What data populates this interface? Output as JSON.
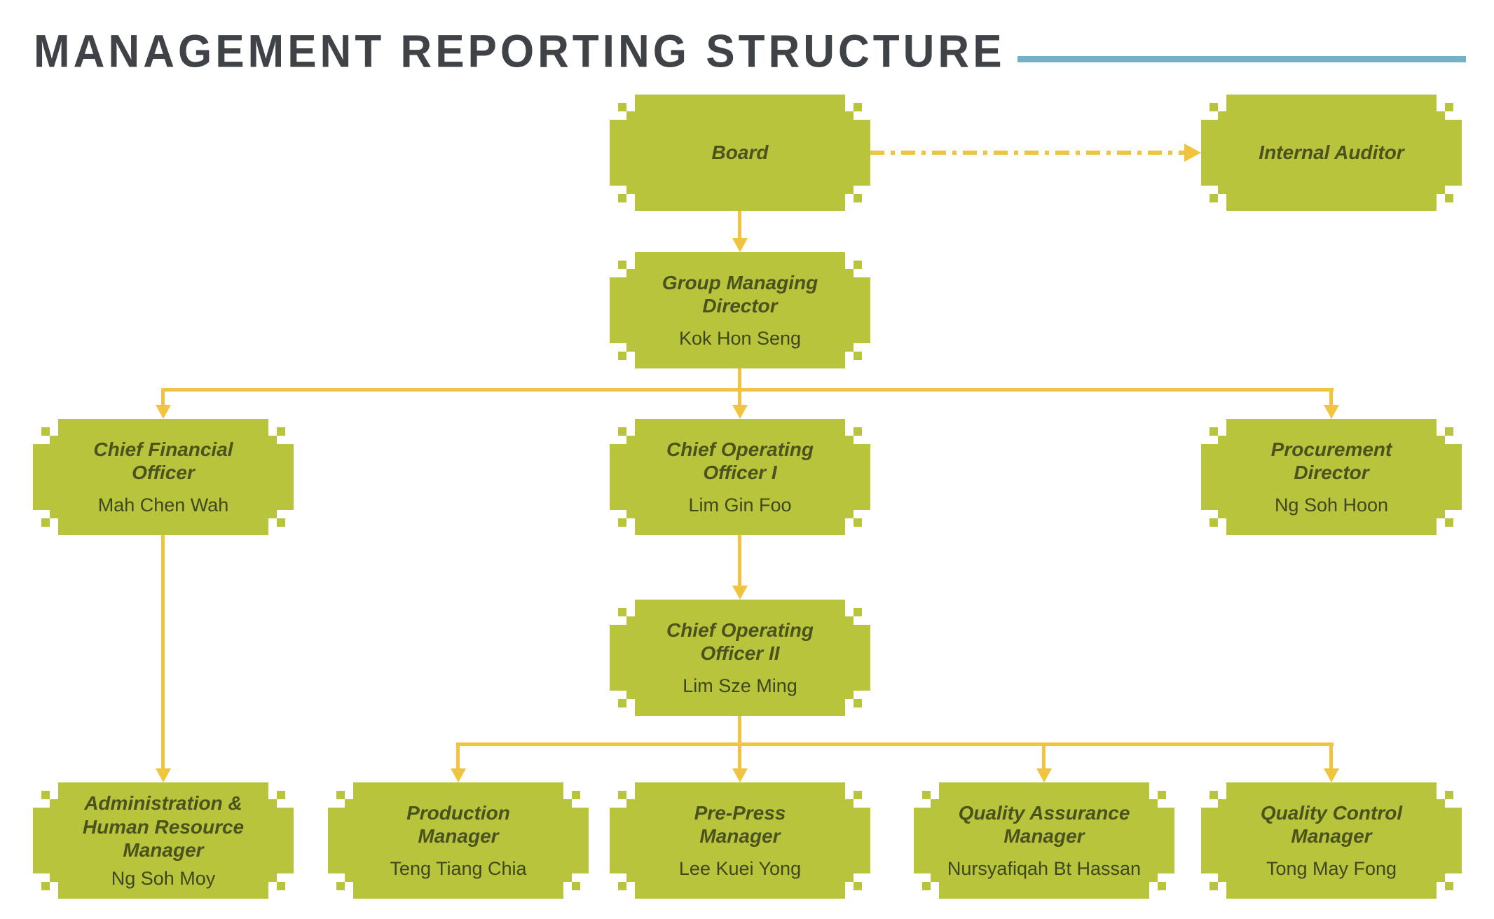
{
  "header": {
    "title": "MANAGEMENT REPORTING STRUCTURE"
  },
  "colors": {
    "node_fill": "#b9c43d",
    "node_title_text": "#4b521e",
    "node_name_text": "#3e471f",
    "connector_gold": "#f0c43f",
    "heading_text": "#3f4347",
    "accent_line_blue": "#74b0c6"
  },
  "org_chart": {
    "nodes": [
      {
        "id": "board",
        "title": "Board",
        "name": ""
      },
      {
        "id": "internal-auditor",
        "title": "Internal Auditor",
        "name": ""
      },
      {
        "id": "group-managing-director",
        "title": "Group Managing\nDirector",
        "name": "Kok Hon Seng"
      },
      {
        "id": "chief-financial-officer",
        "title": "Chief Financial\nOfficer",
        "name": "Mah Chen Wah"
      },
      {
        "id": "chief-operating-officer-i",
        "title": "Chief Operating\nOfficer I",
        "name": "Lim Gin Foo"
      },
      {
        "id": "procurement-director",
        "title": "Procurement\nDirector",
        "name": "Ng Soh Hoon"
      },
      {
        "id": "chief-operating-officer-ii",
        "title": "Chief Operating\nOfficer II",
        "name": "Lim Sze Ming"
      },
      {
        "id": "administration-human-resource-manager",
        "title": "Administration &\nHuman Resource\nManager",
        "name": "Ng Soh Moy"
      },
      {
        "id": "production-manager",
        "title": "Production\nManager",
        "name": "Teng Tiang Chia"
      },
      {
        "id": "pre-press-manager",
        "title": "Pre-Press\nManager",
        "name": "Lee Kuei Yong"
      },
      {
        "id": "quality-assurance-manager",
        "title": "Quality Assurance\nManager",
        "name": "Nursyafiqah Bt Hassan"
      },
      {
        "id": "quality-control-manager",
        "title": "Quality Control\nManager",
        "name": "Tong May Fong"
      }
    ],
    "edges": [
      {
        "from": "board",
        "to": "internal-auditor",
        "style": "dash-dot"
      },
      {
        "from": "board",
        "to": "group-managing-director",
        "style": "solid"
      },
      {
        "from": "group-managing-director",
        "to": "chief-financial-officer",
        "style": "solid"
      },
      {
        "from": "group-managing-director",
        "to": "chief-operating-officer-i",
        "style": "solid"
      },
      {
        "from": "group-managing-director",
        "to": "procurement-director",
        "style": "solid"
      },
      {
        "from": "chief-operating-officer-i",
        "to": "chief-operating-officer-ii",
        "style": "solid"
      },
      {
        "from": "chief-financial-officer",
        "to": "administration-human-resource-manager",
        "style": "solid"
      },
      {
        "from": "chief-operating-officer-ii",
        "to": "production-manager",
        "style": "solid"
      },
      {
        "from": "chief-operating-officer-ii",
        "to": "pre-press-manager",
        "style": "solid"
      },
      {
        "from": "chief-operating-officer-ii",
        "to": "quality-assurance-manager",
        "style": "solid"
      },
      {
        "from": "chief-operating-officer-ii",
        "to": "quality-control-manager",
        "style": "solid"
      }
    ]
  }
}
